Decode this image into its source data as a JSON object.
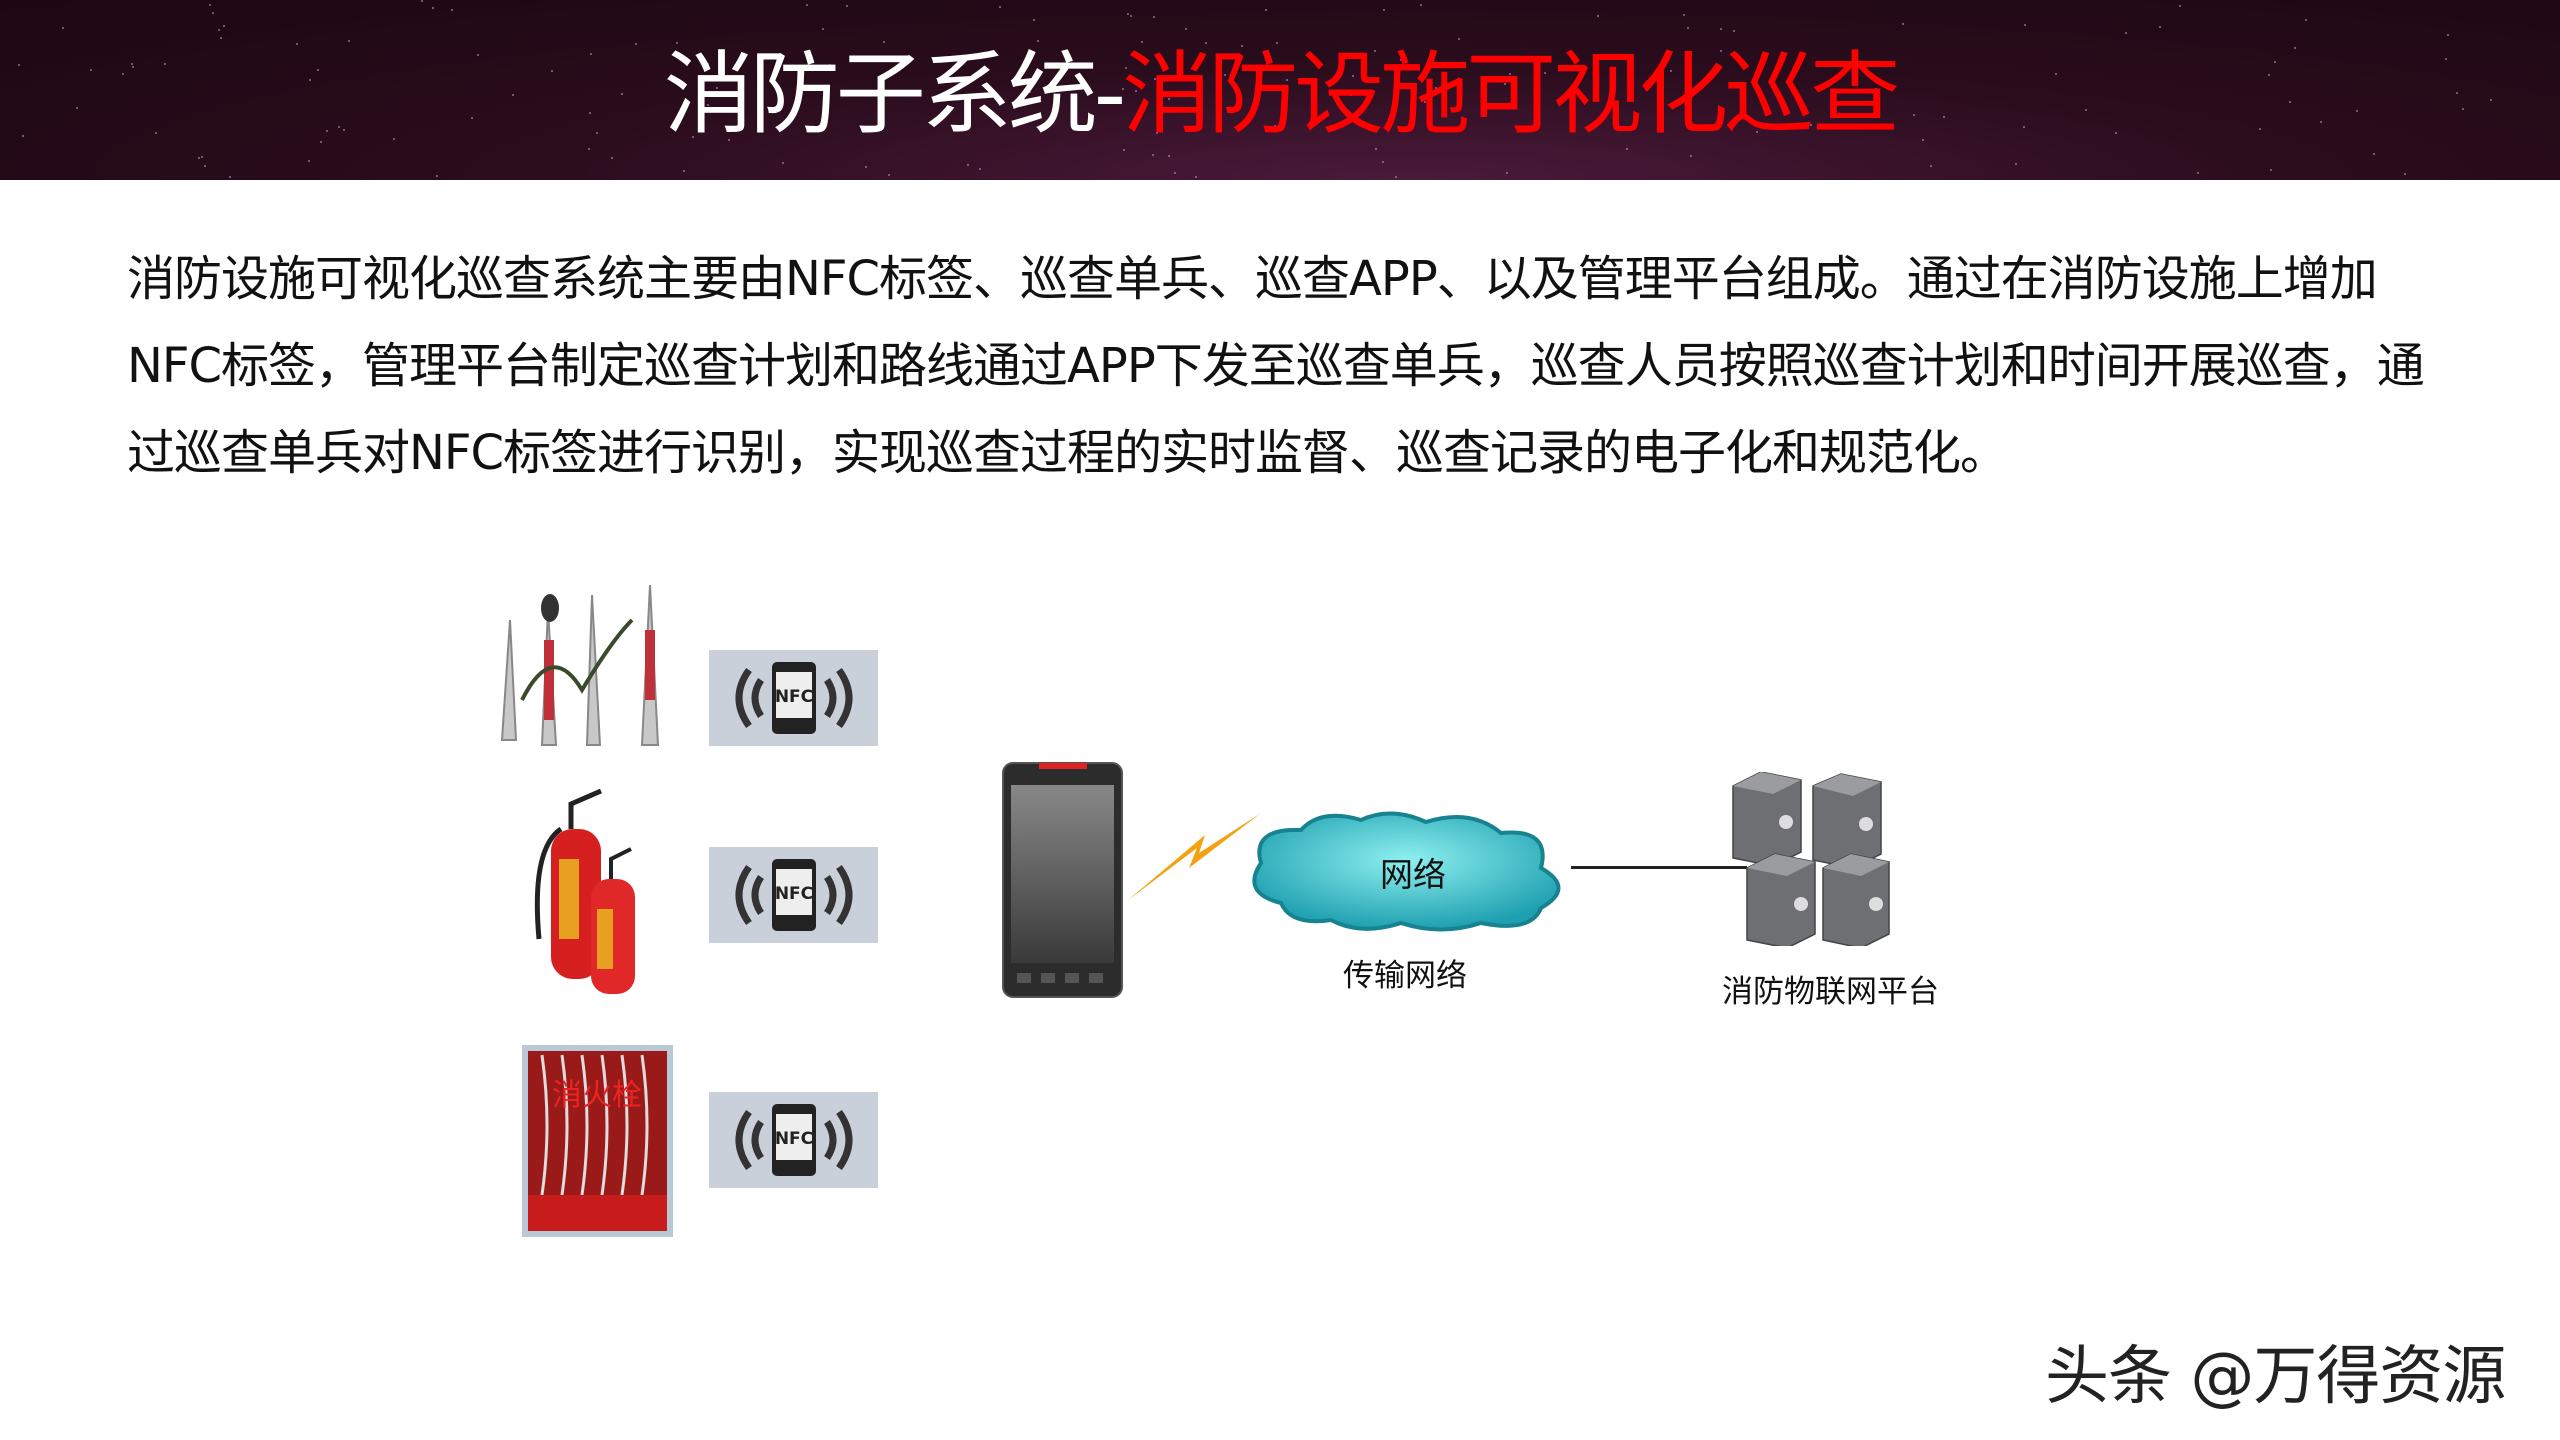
{
  "header": {
    "title_prefix": "消防子系统-",
    "title_highlight": "消防设施可视化巡查",
    "highlight_color": "#ff0000"
  },
  "description": "消防设施可视化巡查系统主要由NFC标签、巡查单兵、巡查APP、以及管理平台组成。通过在消防设施上增加NFC标签，管理平台制定巡查计划和路线通过APP下发至巡查单兵，巡查人员按照巡查计划和时间开展巡查，通过巡查单兵对NFC标签进行识别，实现巡查过程的实时监督、巡查记录的电子化和规范化。",
  "diagram": {
    "nfc_tag_label": "NFC",
    "hydrant_sign": "消火栓",
    "cloud_label": "网络",
    "network_label": "传输网络",
    "platform_label": "消防物联网平台",
    "icons": [
      "fire-nozzle",
      "fire-extinguisher",
      "fire-hydrant-box",
      "nfc-tag",
      "handheld-terminal",
      "lightning",
      "cloud",
      "server"
    ]
  },
  "watermark": "头条 @万得资源"
}
